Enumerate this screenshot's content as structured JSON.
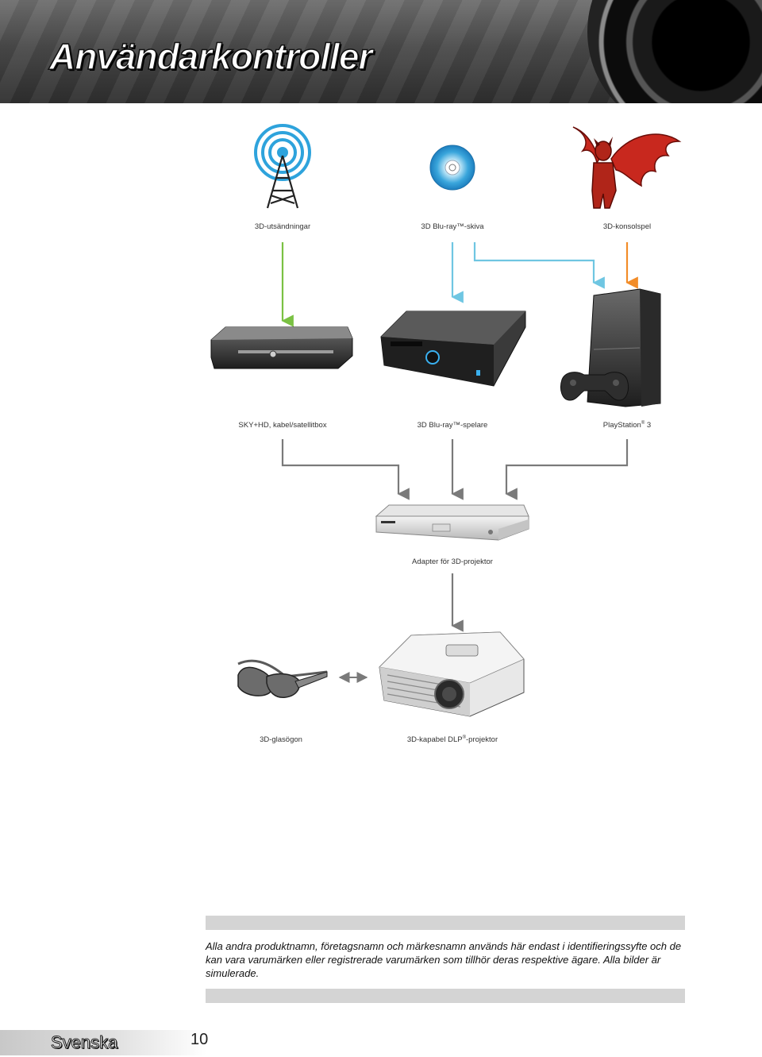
{
  "header": {
    "title": "Användarkontroller"
  },
  "sources": [
    {
      "label": "3D-utsändningar",
      "icon": "broadcast-tower-icon"
    },
    {
      "label": "3D Blu-ray™-skiva",
      "icon": "disc-icon"
    },
    {
      "label": "3D-konsolspel",
      "icon": "game-character-icon"
    }
  ],
  "devices": [
    {
      "label": "SKY+HD, kabel/satellitbox",
      "icon": "set-top-box-icon"
    },
    {
      "label": "3D Blu-ray™-spelare",
      "icon": "bluray-player-icon"
    },
    {
      "label_main": "PlayStation",
      "label_sup": "®",
      "label_end": " 3",
      "icon": "game-console-icon"
    }
  ],
  "adapter": {
    "label": "Adapter för 3D-projektor",
    "icon": "adapter-box-icon"
  },
  "outputs": [
    {
      "label": "3D-glasögon",
      "icon": "3d-glasses-icon"
    },
    {
      "label_main": "3D-kapabel DLP",
      "label_sup": "®",
      "label_end": "-projektor",
      "icon": "projector-icon"
    }
  ],
  "colors": {
    "broadcast_arrow": "#7ac143",
    "disc_arrow": "#6fc6e2",
    "game_arrow": "#f28c28",
    "device_arrow": "#7a7a7a"
  },
  "note": {
    "text": "Alla andra produktnamn, företagsnamn och märkesnamn används här endast i identifieringssyfte och de kan vara varumärken eller registrerade varumärken som tillhör deras respektive ägare. Alla bilder är simulerade."
  },
  "footer": {
    "language": "Svenska",
    "page_number": "10"
  }
}
